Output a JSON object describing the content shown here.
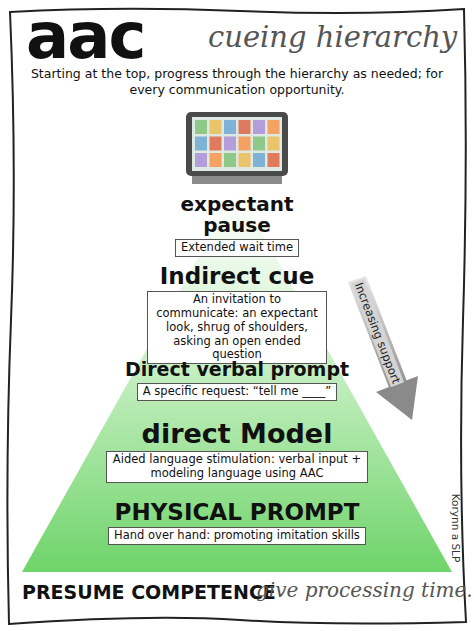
{
  "diagram": {
    "title": "aac",
    "nodes": [
      {
        "text": [
          "expectant pause",
          "Extended wait time"
        ]
      },
      {
        "text": [
          "Indirect cue",
          "An invitation to communicate: an expectant look, shrug of shoulders, asking an open ended question"
        ]
      },
      {
        "text": [
          "Direct verbal prompt",
          "A specific request: “tell me ____”"
        ]
      },
      {
        "text": [
          "direct Model",
          "Aided language stimulation: verbal input + modeling language using AAC"
        ]
      },
      {
        "text": [
          "PHYSICAL PROMPT",
          "Hand over hand: promoting imitation skills"
        ]
      }
    ],
    "labels": [
      "cueing hierarchy",
      "Starting at the top, progress through the hierarchy as needed; for every communication opportunity.",
      "Increasing support",
      "PRESUME COMPETENCE",
      "give processing time.",
      "Korynn a SLP"
    ]
  }
}
